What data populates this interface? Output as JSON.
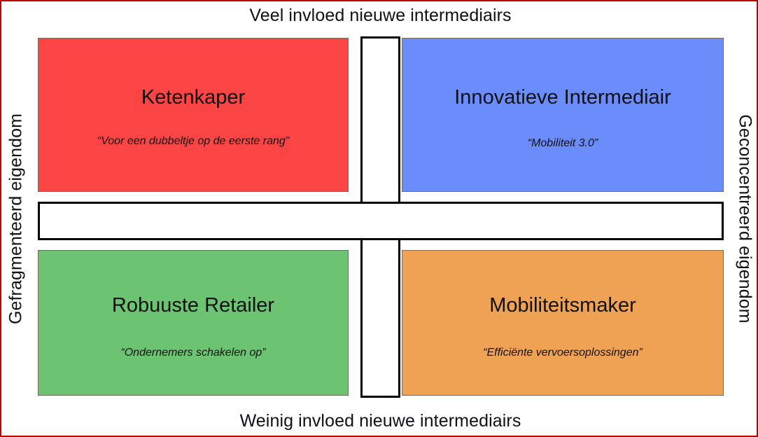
{
  "diagram": {
    "type": "2x2-matrix",
    "axes": {
      "top_label": "Veel invloed nieuwe intermediairs",
      "bottom_label": "Weinig invloed nieuwe intermediairs",
      "left_label": "Gefragmenteerd eigendom",
      "right_label": "Geconcentreerd eigendom"
    },
    "quadrants": [
      {
        "position": "top-left",
        "title": "Ketenkaper",
        "quote": "“Voor een dubbeltje op de eerste rang”",
        "color": "#FB4444"
      },
      {
        "position": "top-right",
        "title": "Innovatieve Intermediair",
        "quote": "“Mobiliteit 3.0”",
        "color": "#6B8CFB"
      },
      {
        "position": "bottom-left",
        "title": "Robuuste Retailer",
        "quote": "“Ondernemers schakelen op”",
        "color": "#6CC371"
      },
      {
        "position": "bottom-right",
        "title": "Mobiliteitsmaker",
        "quote": "“Efficiënte vervoersoplossingen”",
        "color": "#EFA254"
      }
    ],
    "colors": {
      "frame": "#C00000",
      "axis_cross_outline": "#000000",
      "axis_cross_fill": "#FFFFFF",
      "text": "#111111"
    }
  }
}
